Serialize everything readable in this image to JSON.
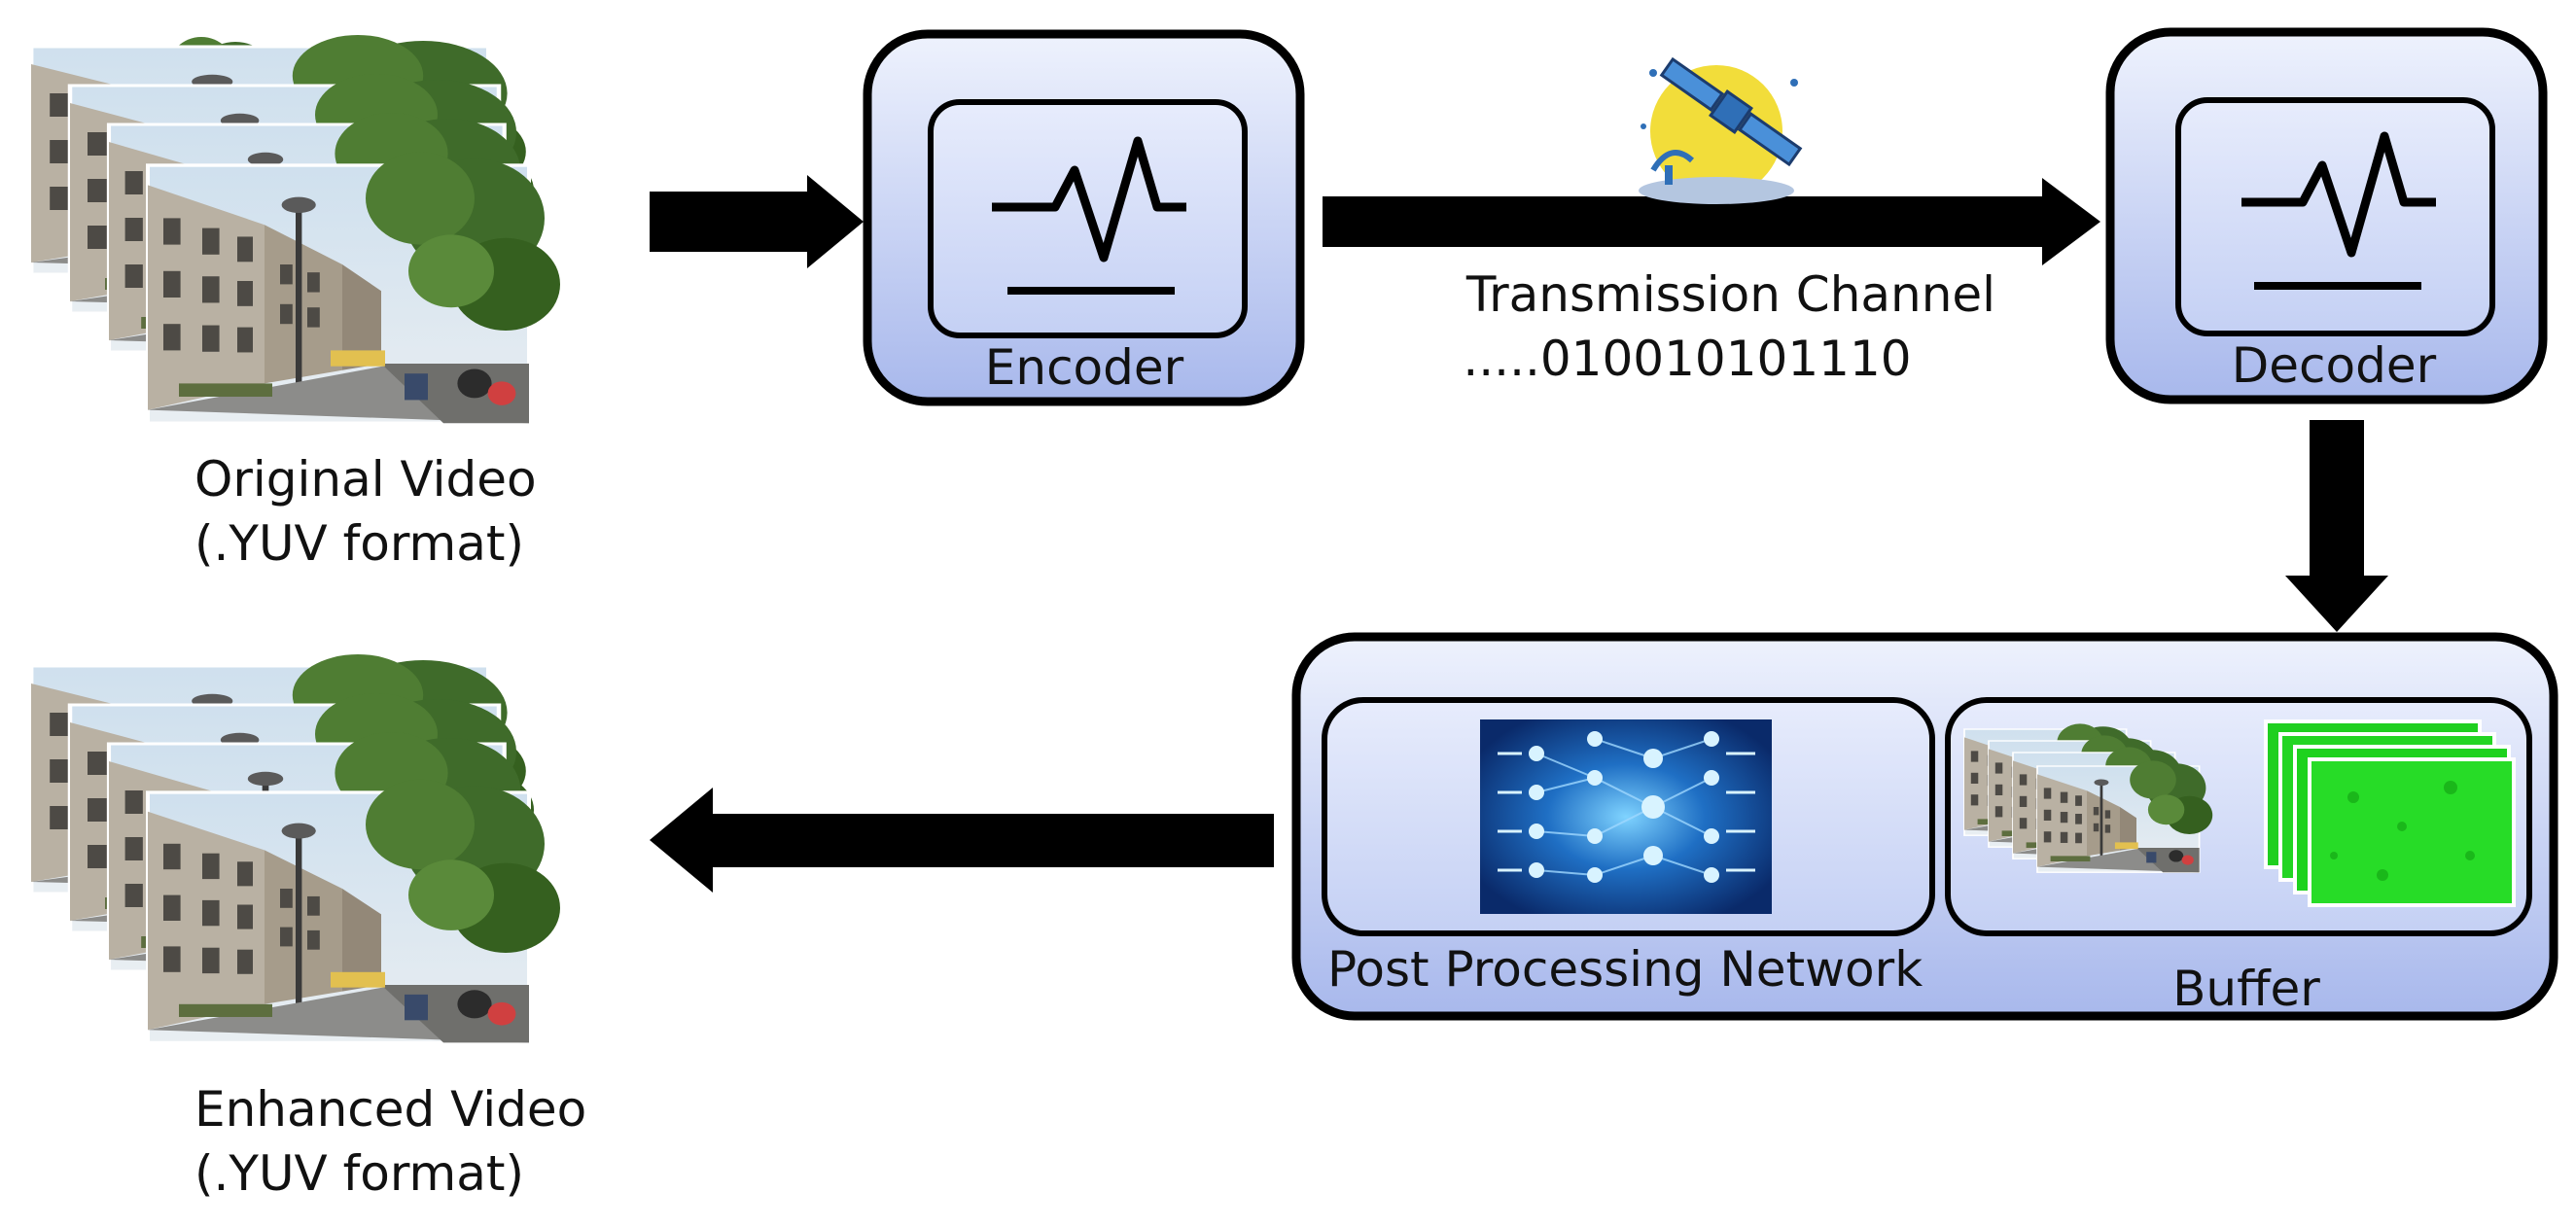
{
  "original_video": {
    "title": "Original Video",
    "format": "(.YUV format)"
  },
  "enhanced_video": {
    "title": "Enhanced Video",
    "format": "(.YUV format)"
  },
  "encoder": {
    "label": "Encoder",
    "icon": "waveform-monitor-icon"
  },
  "decoder": {
    "label": "Decoder",
    "icon": "waveform-monitor-icon"
  },
  "channel": {
    "label": "Transmission Channel",
    "bits": ".....010010101110",
    "icon": "satellite-icon"
  },
  "post_processing": {
    "network_label": "Post Processing Network",
    "buffer_label": "Buffer",
    "network_icon": "neural-network-icon"
  },
  "colors": {
    "box_fill_light": "#dfe6fb",
    "box_fill_dark": "#a9b9ec",
    "stroke": "#000000",
    "heatmap": "#22dd22"
  }
}
